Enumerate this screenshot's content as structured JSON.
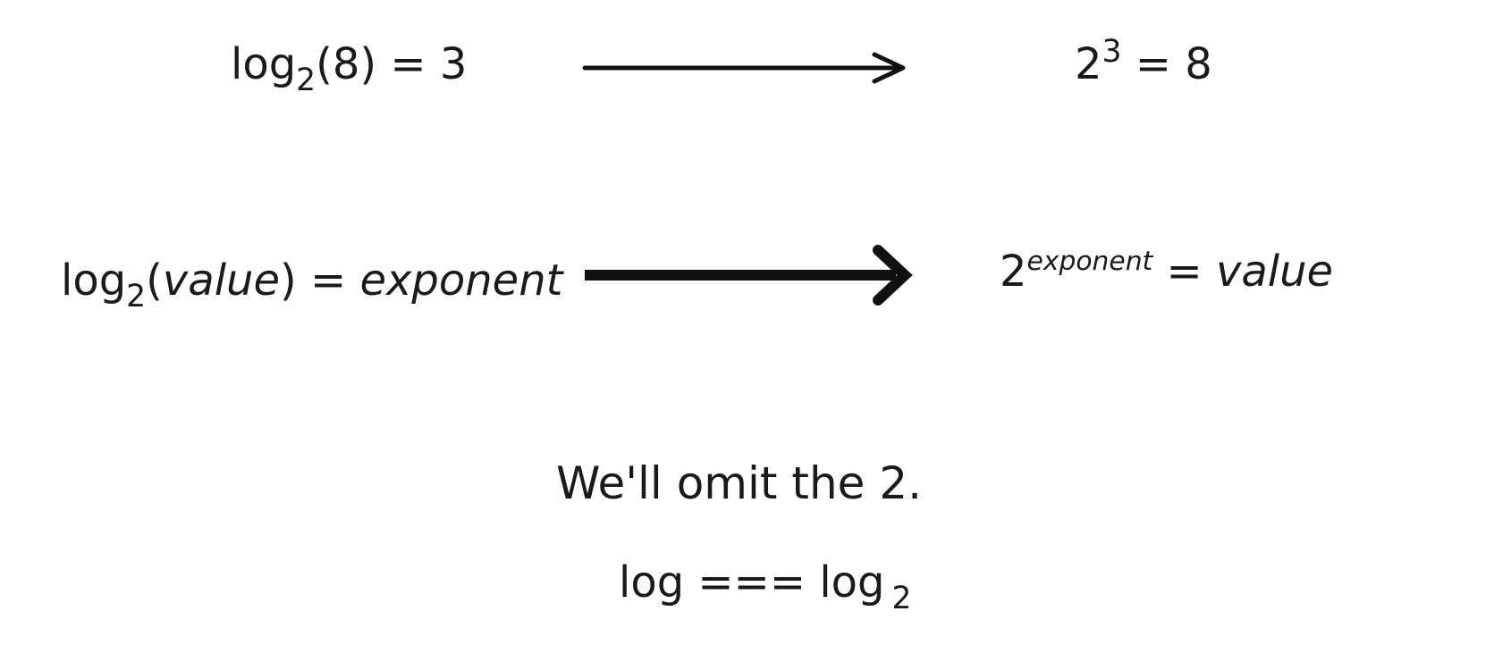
{
  "row1": {
    "left": {
      "fn": "log",
      "base": "2",
      "arg": "(8)",
      "rhs": " = 3"
    },
    "right": {
      "base": "2",
      "exp": "3",
      "rhs": " = 8"
    }
  },
  "row2": {
    "left": {
      "fn": "log",
      "base": "2",
      "open": "(",
      "arg": "value",
      "close": ")",
      "eq": " = ",
      "rhs": "exponent"
    },
    "right": {
      "base": "2",
      "exp": "exponent",
      "eq": " = ",
      "rhs": "value"
    }
  },
  "note": "We'll omit the 2.",
  "bottom": {
    "lhs": "log === log",
    "base": "2"
  }
}
